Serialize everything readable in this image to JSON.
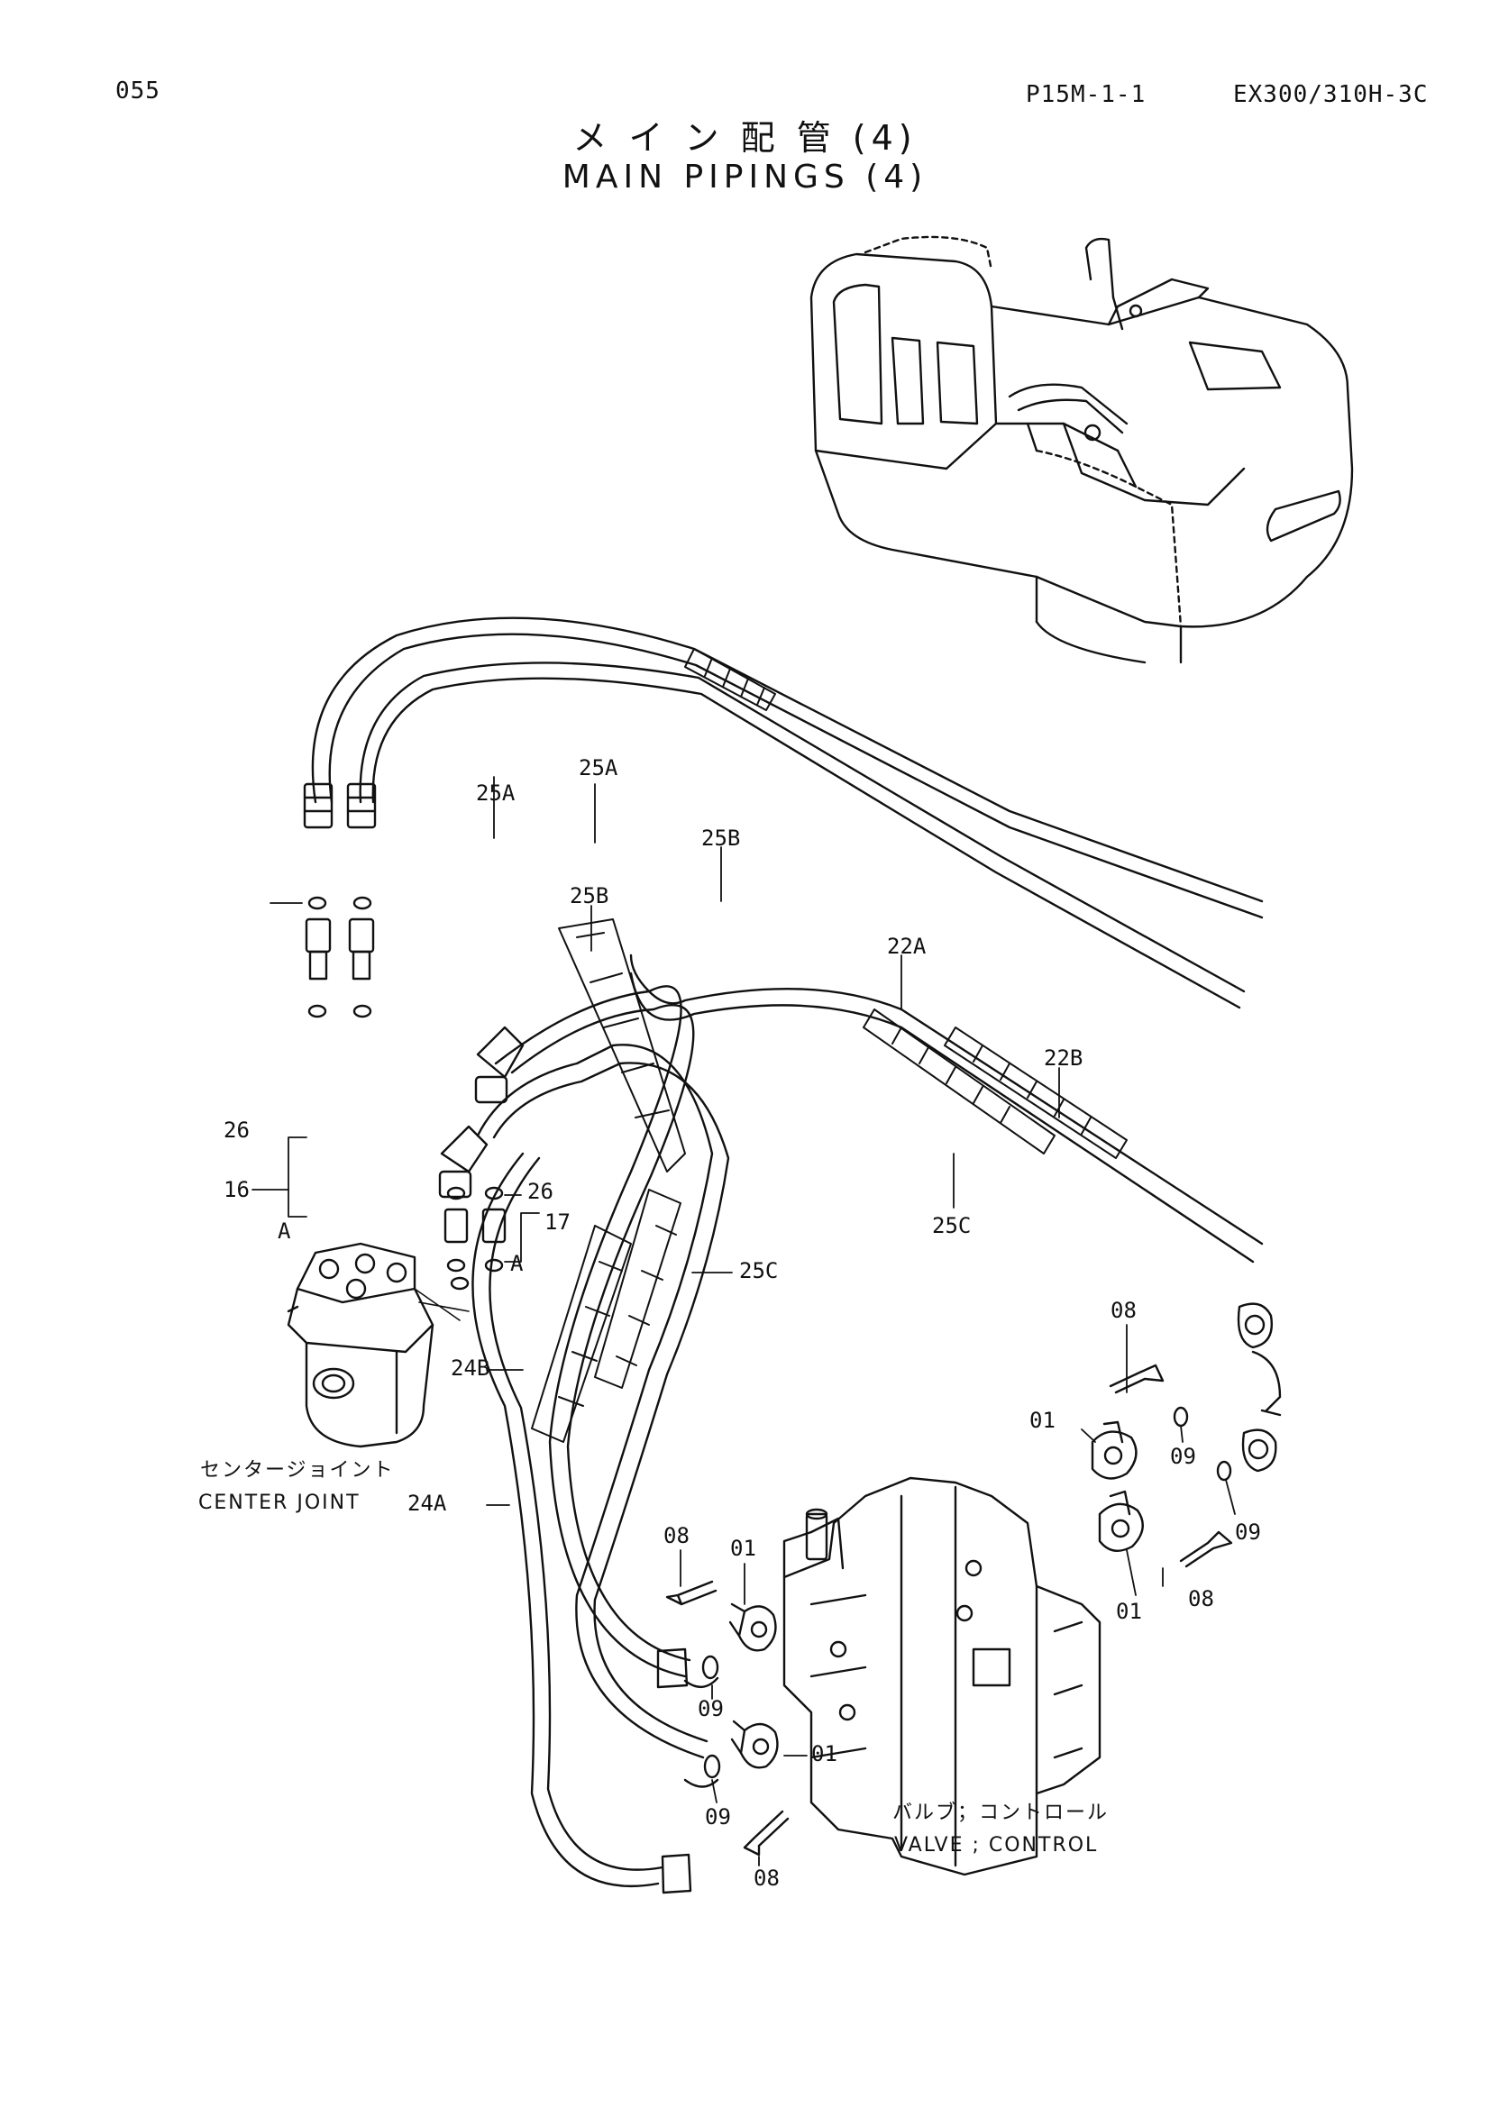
{
  "header": {
    "page_number": "055",
    "figure_code": "P15M-1-1",
    "model": "EX300/310H-3C"
  },
  "title": {
    "japanese": "メ イ ン 配 管 (4)",
    "english": "MAIN PIPINGS (4)"
  },
  "callouts": {
    "c25a_left": "25A",
    "c25a_right": "25A",
    "c25b_top": "25B",
    "c25b_mid": "25B",
    "c22a": "22A",
    "c22b": "22B",
    "c25c_right": "25C",
    "c25c_left": "25C",
    "c26_left": "26",
    "c26_right": "26",
    "c16": "16",
    "c17": "17",
    "cA_left": "A",
    "cA_right": "A",
    "c24b": "24B",
    "c24a": "24A",
    "c08_r1": "08",
    "c01_r1": "01",
    "c09_r1": "09",
    "c09_r2": "09",
    "c08_r2": "08",
    "c01_r2": "01",
    "c08_l1": "08",
    "c01_l1": "01",
    "c09_l1": "09",
    "c01_l2": "01",
    "c09_l2": "09",
    "c08_l2": "08"
  },
  "components": {
    "center_joint_jp": "センタージョイント",
    "center_joint_en": "CENTER JOINT",
    "valve_jp": "バルブ；コントロール",
    "valve_en": "VALVE ; CONTROL"
  }
}
